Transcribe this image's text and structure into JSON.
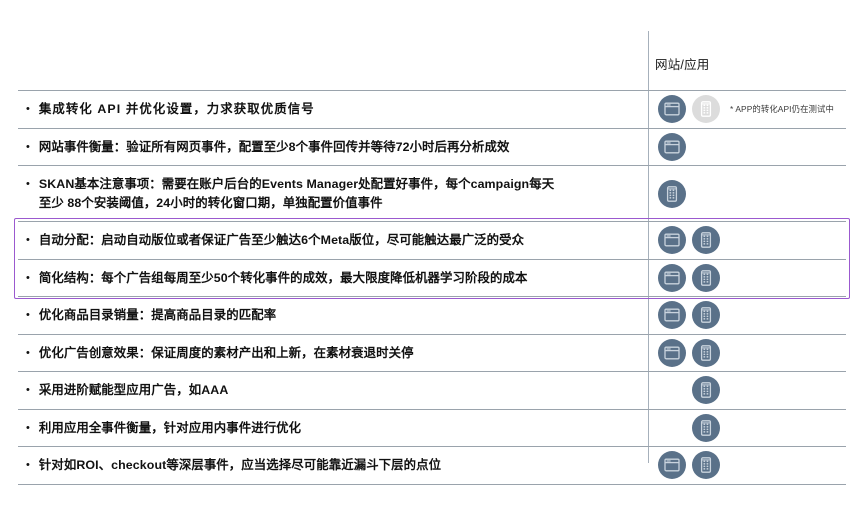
{
  "header": {
    "column_title": "网站/应用"
  },
  "colors": {
    "icon_active": "#5a7189",
    "icon_muted": "#dcdcdc",
    "highlight_border": "#9b59cf",
    "row_rule": "#9aa3ac",
    "divider": "#a6b0bb"
  },
  "note": {
    "text": "* APP的转化API仍在测试中"
  },
  "bullet": {
    "glyph": "•"
  },
  "rows": [
    {
      "id": "row-conversion-api",
      "bullet": "•",
      "lines": [
        "集成转化 API 并优化设置，力求获取优质信号"
      ],
      "letter_spacing_wide": true,
      "icons": [
        "web-active",
        "mobile-muted"
      ],
      "note": "* APP的转化API仍在测试中",
      "highlighted": false
    },
    {
      "id": "row-website-event-measurement",
      "bullet": "•",
      "lines": [
        "网站事件衡量：验证所有网页事件，配置至少8个事件回传并等待72小时后再分析成效"
      ],
      "letter_spacing_wide": false,
      "icons": [
        "web-active"
      ],
      "note": "",
      "highlighted": false
    },
    {
      "id": "row-skan-basics",
      "bullet": "•",
      "lines": [
        "SKAN基本注意事项：需要在账户后台的Events Manager处配置好事件，每个campaign每天",
        "至少 88个安装阈值，24小时的转化窗口期，单独配置价值事件"
      ],
      "letter_spacing_wide": false,
      "icons": [
        "mobile-active"
      ],
      "note": "",
      "highlighted": false
    },
    {
      "id": "row-auto-placement",
      "bullet": "•",
      "lines": [
        "自动分配：启动自动版位或者保证广告至少触达6个Meta版位，尽可能触达最广泛的受众"
      ],
      "letter_spacing_wide": false,
      "icons": [
        "web-active",
        "mobile-active"
      ],
      "note": "",
      "highlighted": true
    },
    {
      "id": "row-simplify-structure",
      "bullet": "•",
      "lines": [
        "简化结构：每个广告组每周至少50个转化事件的成效，最大限度降低机器学习阶段的成本"
      ],
      "letter_spacing_wide": false,
      "icons": [
        "web-active",
        "mobile-active"
      ],
      "note": "",
      "highlighted": true
    },
    {
      "id": "row-catalog-sales",
      "bullet": "•",
      "lines": [
        "优化商品目录销量：提高商品目录的匹配率"
      ],
      "letter_spacing_wide": false,
      "icons": [
        "web-active",
        "mobile-active"
      ],
      "note": "",
      "highlighted": false
    },
    {
      "id": "row-creative-optimization",
      "bullet": "•",
      "lines": [
        "优化广告创意效果：保证周度的素材产出和上新，在素材衰退时关停"
      ],
      "letter_spacing_wide": false,
      "icons": [
        "web-active",
        "mobile-active"
      ],
      "note": "",
      "highlighted": false
    },
    {
      "id": "row-aaa",
      "bullet": "•",
      "lines": [
        "采用进阶赋能型应用广告，如AAA"
      ],
      "letter_spacing_wide": false,
      "icons": [
        "blank",
        "mobile-active"
      ],
      "note": "",
      "highlighted": false
    },
    {
      "id": "row-app-event-measurement",
      "bullet": "•",
      "lines": [
        "利用应用全事件衡量，针对应用内事件进行优化"
      ],
      "letter_spacing_wide": false,
      "icons": [
        "blank",
        "mobile-active"
      ],
      "note": "",
      "highlighted": false
    },
    {
      "id": "row-deep-events",
      "bullet": "•",
      "lines": [
        "针对如ROI、checkout等深层事件，应当选择尽可能靠近漏斗下层的点位"
      ],
      "letter_spacing_wide": false,
      "icons": [
        "web-active",
        "mobile-active"
      ],
      "note": "",
      "highlighted": false
    }
  ]
}
